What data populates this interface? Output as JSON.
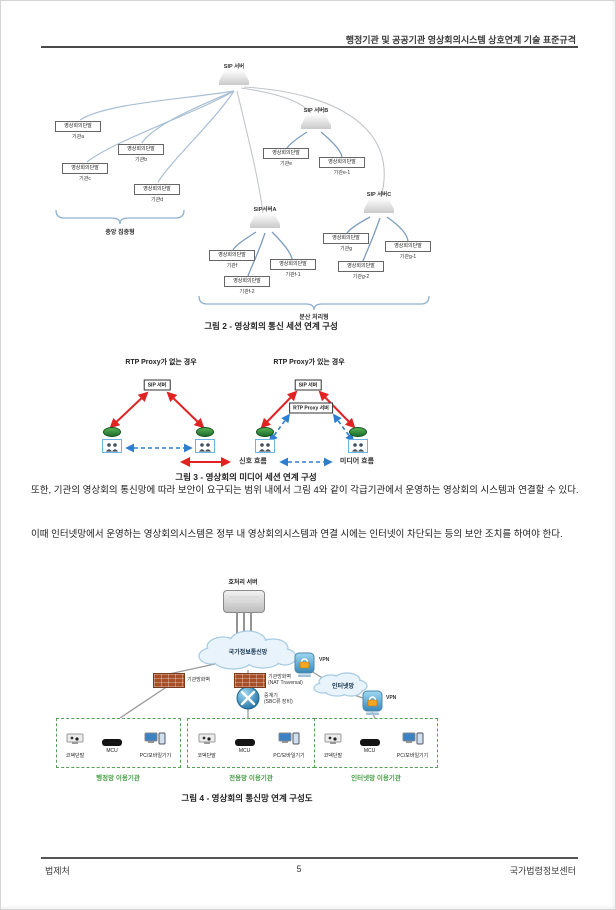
{
  "header": {
    "title": "행정기관 및 공공기관 영상회의시스템 상호연계 기술 표준규격"
  },
  "footer": {
    "left": "법제처",
    "page": "5",
    "right": "국가법령정보센터"
  },
  "body": {
    "para1": "또한, 기관의 영상회의 통신망에 따라 보안이 요구되는 범위 내에서 그림 4와 같이 각급기관에서 운영하는 영상회의 시스템과 연결할 수 있다.",
    "para2": "이때 인터넷망에서 운영하는 영상회의시스템은 정부 내 영상회의시스템과 연결 시에는 인터넷이 차단되는 등의 보안 조치를 하여야 한다."
  },
  "fig2": {
    "caption": "그림 2 - 영상회의 통신 세션 연계 구성",
    "terminal": "영상회의단말",
    "servers": {
      "main": "SIP 서버",
      "a": "SIP서버A",
      "b": "SIP 서버B",
      "c": "SIP 서버C"
    },
    "groups": {
      "central": "중앙 집중형",
      "dist": "분산 처리형"
    },
    "orgs": {
      "t1": "기관a",
      "t2": "기관b",
      "t3": "기관c",
      "t4": "기관d",
      "t5": "기관e",
      "t6": "기관e-1",
      "t7": "기관f",
      "t8": "기관f-1",
      "t9": "기관f-2",
      "t10": "기관g",
      "t11": "기관g-1",
      "t12": "기관g-2"
    }
  },
  "fig3": {
    "caption": "그림 3 - 영상회의 미디어 세션 연계 구성",
    "title_no_proxy": "RTP Proxy가 없는 경우",
    "title_with_proxy": "RTP Proxy가 있는 경우",
    "sip_server": "SIP 서버",
    "rtp_server": "RTP Proxy 서버",
    "legend_signal": "신호 흐름",
    "legend_media": "미디어 흐름"
  },
  "fig4": {
    "caption": "그림 4 - 영상회의 통신망 연계 구성도",
    "call_server": "호처리 서버",
    "cloud_gov": "국가정보통신망",
    "cloud_internet": "인터넷망",
    "vpn": "VPN",
    "firewall_left": "기관방화벽",
    "firewall_center_line1": "기관방화벽",
    "firewall_center_line2": "(NAT Traversal)",
    "relay_line1": "중계기",
    "relay_line2": "(SBC류 장비)",
    "device_codec": "코덱단말",
    "device_mcu": "MCU",
    "device_pc": "PC/모바일기기",
    "group1": "행정망 이용기관",
    "group2": "전용망 이용기관",
    "group3": "인터넷망 이용기관"
  },
  "colors": {
    "signal_flow": "#e02222",
    "media_flow": "#2e7ecf",
    "group_caption": "#4aa04a",
    "link_blue": "#a9bfd4"
  }
}
